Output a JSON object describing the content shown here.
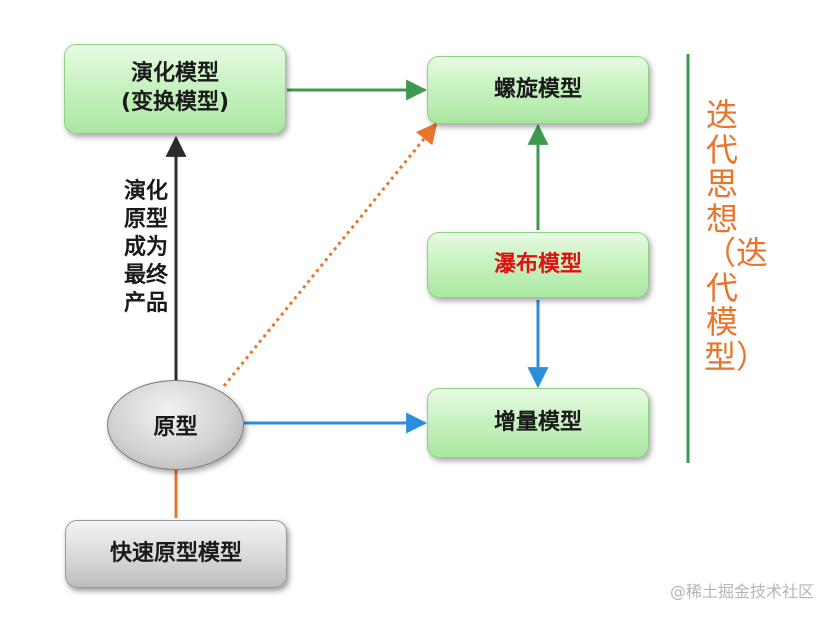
{
  "nodes": {
    "evolution_model": {
      "line1": "演化模型",
      "line2": "(变换模型)"
    },
    "spiral_model": "螺旋模型",
    "waterfall_model": "瀑布模型",
    "incremental_model": "增量模型",
    "prototype": "原型",
    "rapid_prototype_model": "快速原型模型"
  },
  "edge_label": "演化原型成为最终产品",
  "side_title": "迭代思想（迭代模型）",
  "watermark": "@稀土掘金技术社区",
  "colors": {
    "green_arrow": "#3f9a4f",
    "blue_arrow": "#2a8fd8",
    "orange_arrow": "#e8752a",
    "dark_arrow": "#2b2b2b",
    "divider": "#3f9a4f",
    "waterfall_text": "#e01010",
    "side_title": "#e8752a"
  }
}
